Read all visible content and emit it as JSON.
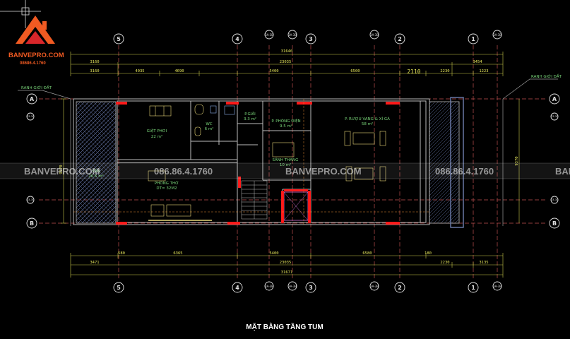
{
  "brand": {
    "name": "BANVEPRO.COM",
    "phone": "08686.4.1760",
    "watermark_site": "BANVEPRO.COM",
    "watermark_phone": "086.86.4.1760",
    "watermark_cut": "BAN",
    "colors": {
      "logo_orange": "#f05a22",
      "logo_red": "#d9262a"
    }
  },
  "title": "MẶT BẰNG TẦNG TUM",
  "axes": {
    "vertical": [
      "5",
      "4",
      "3",
      "2",
      "1"
    ],
    "horizontal": [
      "A",
      "B"
    ],
    "sub_tags": [
      "3A-3B",
      "3A-3B",
      "3A-3B",
      "3A-3B"
    ],
    "side_tags": [
      "D3-3C",
      "D3-3C"
    ]
  },
  "dims_top": {
    "overall": "31640",
    "row2": [
      "3160",
      "23035",
      "3454"
    ],
    "row3": [
      "3160",
      "4035",
      "4690",
      "5400",
      "6500",
      "2110",
      "2230",
      "1223"
    ]
  },
  "dims_bottom": {
    "row1": [
      "580",
      "6365",
      "5400",
      "6580",
      "180"
    ],
    "row2": [
      "3471",
      "23035",
      "2230",
      "3135"
    ],
    "overall": "31671"
  },
  "left_side_dim": "9370",
  "labels": {
    "boundary_left": "RANH GIỚI ĐẤT",
    "boundary_right": "RANH GIỚI ĐẤT",
    "rooms": [
      {
        "name": "GIẶT PHƠI",
        "area": "22 m²"
      },
      {
        "name": "WC",
        "area": "6 m²"
      },
      {
        "name": "P.GIẢI",
        "area": "3.3 m²"
      },
      {
        "name": "P. PHÒNG ĐIỆN",
        "area": "9.5 m²"
      },
      {
        "name": "P. RƯỢU VANG & XÌ GÀ",
        "area": "58 m²"
      },
      {
        "name": "SẢNH THANG",
        "area": "10 m²"
      },
      {
        "name": "PHÒNG THỜ",
        "area": "DT= 32M2"
      },
      {
        "name": "SÂN",
        "area": "26.5 m²"
      }
    ]
  },
  "colors": {
    "wall": "#bdbdbd",
    "column": "#ff1a1a",
    "dim": "#e6e65a",
    "axis": "#d06060",
    "room_text": "#7ad67a",
    "furniture": "#e8d87a",
    "hatch": "#6f7fb0"
  }
}
